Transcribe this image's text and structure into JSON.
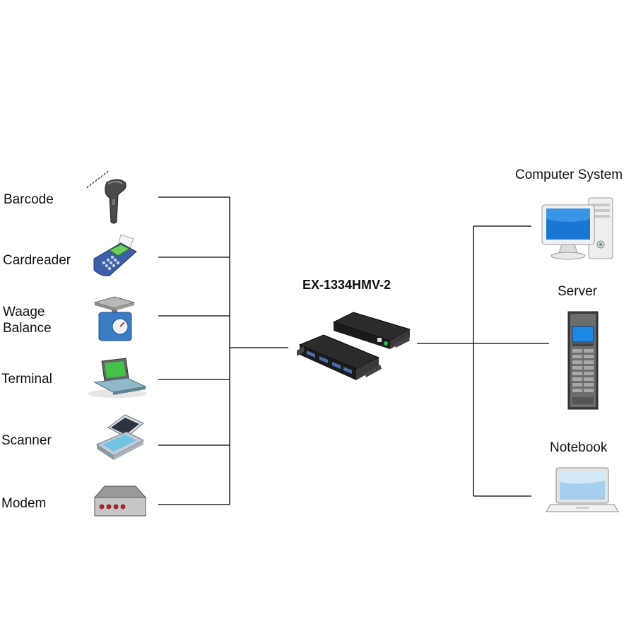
{
  "device": {
    "model": "EX-1334HMV-2"
  },
  "peripherals": [
    {
      "label": "Barcode",
      "icon": "barcode-scanner-icon"
    },
    {
      "label": "Cardreader",
      "icon": "card-reader-icon"
    },
    {
      "label_line1": "Waage",
      "label_line2": "Balance",
      "icon": "scale-icon"
    },
    {
      "label": "Terminal",
      "icon": "terminal-icon"
    },
    {
      "label": "Scanner",
      "icon": "flatbed-scanner-icon"
    },
    {
      "label": "Modem",
      "icon": "modem-icon"
    }
  ],
  "hosts": [
    {
      "label": "Computer System",
      "icon": "desktop-computer-icon"
    },
    {
      "label": "Server",
      "icon": "server-rack-icon"
    },
    {
      "label": "Notebook",
      "icon": "laptop-icon"
    }
  ]
}
